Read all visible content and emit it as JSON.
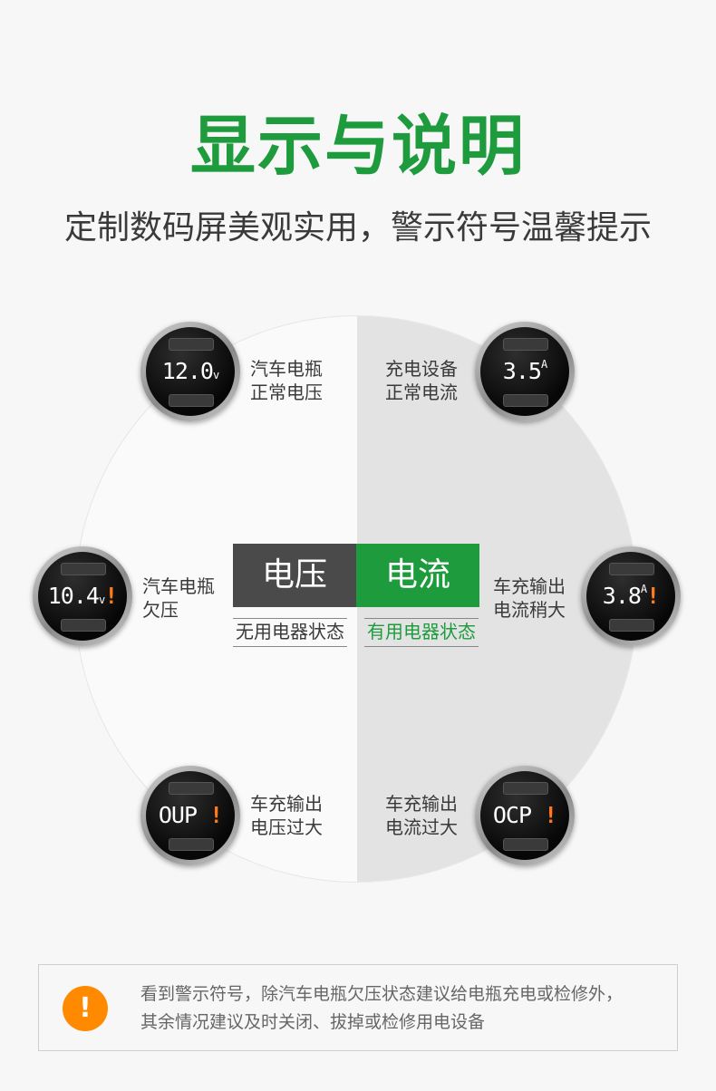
{
  "title": "显示与说明",
  "subtitle": "定制数码屏美观实用，警示符号温馨提示",
  "colors": {
    "green": "#1e9b3d",
    "dark": "#4a4a4a",
    "warning": "#ff7a1a",
    "notice_icon": "#ff8a00"
  },
  "devices": {
    "top_left": {
      "value": "12.0",
      "unit": "v",
      "caption_line1": "汽车电瓶",
      "caption_line2": "正常电压"
    },
    "top_right": {
      "value": "3.5",
      "unit": "A",
      "caption_line1": "充电设备",
      "caption_line2": "正常电流"
    },
    "mid_left": {
      "value": "10.4",
      "unit": "v",
      "warn": "!",
      "caption_line1": "汽车电瓶",
      "caption_line2": "欠压"
    },
    "mid_right": {
      "value": "3.8",
      "unit": "A",
      "warn": "!",
      "caption_line1": "车充输出",
      "caption_line2": "电流稍大"
    },
    "bottom_left": {
      "value": "OUP",
      "warn": "!",
      "caption_line1": "车充输出",
      "caption_line2": "电压过大"
    },
    "bottom_right": {
      "value": "OCP",
      "warn": "!",
      "caption_line1": "车充输出",
      "caption_line2": "电流过大"
    }
  },
  "center": {
    "voltage_label": "电压",
    "current_label": "电流",
    "voltage_state": "无用电器状态",
    "current_state": "有用电器状态"
  },
  "notice": {
    "icon": "exclamation-icon",
    "icon_glyph": "!",
    "line1": "看到警示符号，除汽车电瓶欠压状态建议给电瓶充电或检修外，",
    "line2": "其余情况建议及时关闭、拔掉或检修用电设备"
  }
}
